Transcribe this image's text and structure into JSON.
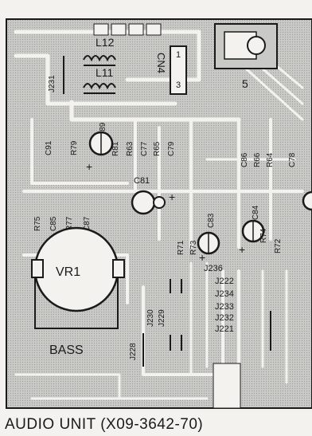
{
  "diagram": {
    "caption": "AUDIO UNIT (X09-3642-70)",
    "connector": {
      "name": "CN4",
      "pins": [
        "1",
        "3"
      ],
      "mark": "5"
    },
    "inductors": [
      "L12",
      "L11"
    ],
    "pot": {
      "name": "VR1",
      "label": "BASS"
    },
    "capacitors": [
      "C91",
      "C89",
      "C81",
      "C83",
      "C86",
      "C84",
      "C85",
      "C87",
      "C78",
      "C79",
      "C77"
    ],
    "resistors": [
      "R79",
      "R81",
      "R63",
      "R65",
      "R66",
      "R64",
      "R73",
      "R77",
      "R75",
      "R71",
      "R74",
      "R72"
    ],
    "jumpers": [
      "J236",
      "J222",
      "J234",
      "J233",
      "J232",
      "J221",
      "J230",
      "J228",
      "J229",
      "J231"
    ],
    "symbols": {
      "plus": "+"
    },
    "colors": {
      "board": "#c9c9c6",
      "trace": "#f4f2ee",
      "ink": "#1a1a1a"
    }
  }
}
